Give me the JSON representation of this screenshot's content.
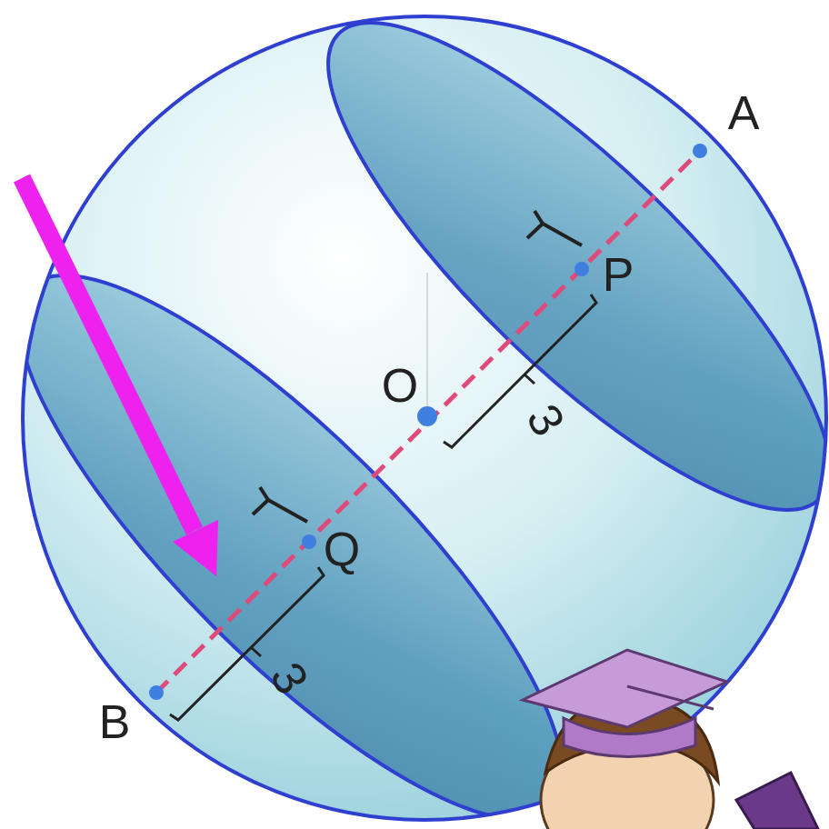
{
  "diagram": {
    "labels": [
      "A",
      "P",
      "O",
      "Q",
      "B",
      "3",
      "3"
    ]
  }
}
